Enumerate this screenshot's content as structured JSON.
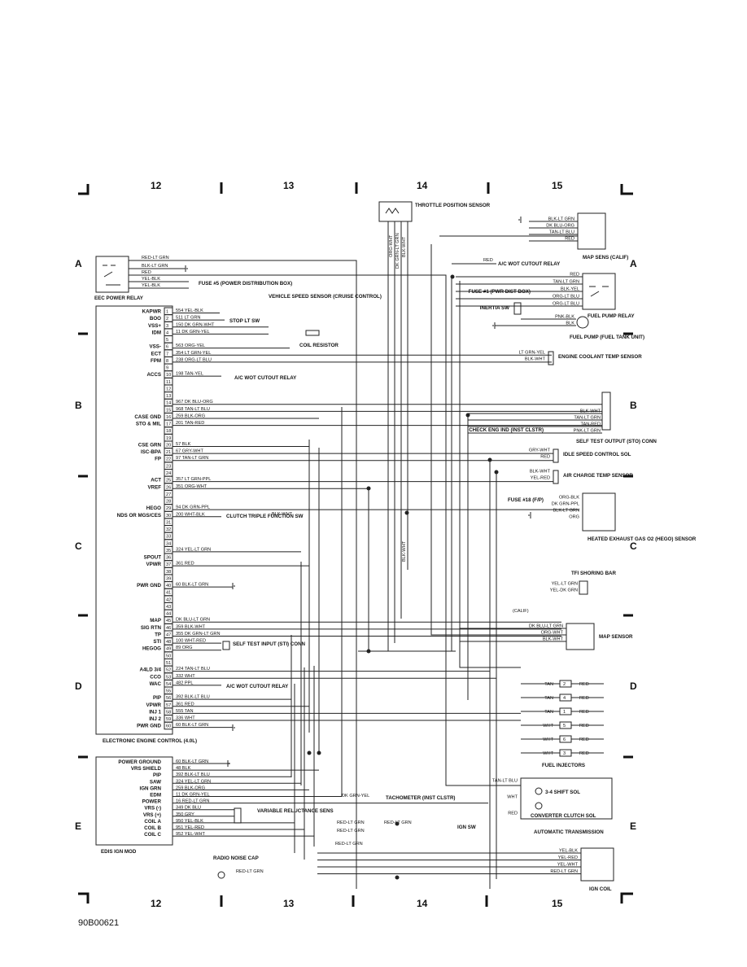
{
  "grid": {
    "columns": [
      "12",
      "13",
      "14",
      "15"
    ],
    "rows": [
      "A",
      "B",
      "C",
      "D",
      "E"
    ]
  },
  "drawing_code": "90B00621",
  "modules": {
    "eec_relay": "EEC POWER RELAY",
    "ecm": "ELECTRONIC ENGINE CONTROL (4.0L)",
    "edis": "EDIS IGN MOD"
  },
  "ecm_pins": [
    {
      "n": "1",
      "label": "KAPWR",
      "wire": "554 YEL-BLK"
    },
    {
      "n": "2",
      "label": "BOO",
      "wire": "511 LT GRN"
    },
    {
      "n": "3",
      "label": "VSS+",
      "wire": "150 DK GRN-WHT"
    },
    {
      "n": "4",
      "label": "IDM",
      "wire": "11 DK GRN-YEL"
    },
    {
      "n": "5",
      "label": "",
      "wire": ""
    },
    {
      "n": "6",
      "label": "VSS-",
      "wire": "563 ORG-YEL"
    },
    {
      "n": "7",
      "label": "ECT",
      "wire": "354 LT GRN-YEL"
    },
    {
      "n": "8",
      "label": "FPM",
      "wire": "238 ORG-LT BLU"
    },
    {
      "n": "9",
      "label": "",
      "wire": ""
    },
    {
      "n": "10",
      "label": "ACCS",
      "wire": "198 TAN-YEL"
    },
    {
      "n": "11",
      "label": "",
      "wire": ""
    },
    {
      "n": "12",
      "label": "",
      "wire": ""
    },
    {
      "n": "13",
      "label": "",
      "wire": ""
    },
    {
      "n": "14",
      "label": "",
      "wire": "967 DK BLU-ORG"
    },
    {
      "n": "15",
      "label": "",
      "wire": "968 TAN-LT BLU"
    },
    {
      "n": "16",
      "label": "CASE GND",
      "wire": "259 BLK-ORG"
    },
    {
      "n": "17",
      "label": "STO & MIL",
      "wire": "201 TAN-RED"
    },
    {
      "n": "18",
      "label": "",
      "wire": ""
    },
    {
      "n": "19",
      "label": "",
      "wire": ""
    },
    {
      "n": "20",
      "label": "CSE GRN",
      "wire": "57 BLK"
    },
    {
      "n": "21",
      "label": "ISC-BPA",
      "wire": "67 GRY-WHT"
    },
    {
      "n": "22",
      "label": "FP",
      "wire": "97 TAN-LT GRN"
    },
    {
      "n": "23",
      "label": "",
      "wire": ""
    },
    {
      "n": "24",
      "label": "",
      "wire": ""
    },
    {
      "n": "25",
      "label": "ACT",
      "wire": "357 LT GRN-PPL"
    },
    {
      "n": "26",
      "label": "VREF",
      "wire": "351 ORG-WHT"
    },
    {
      "n": "27",
      "label": "",
      "wire": ""
    },
    {
      "n": "28",
      "label": "",
      "wire": ""
    },
    {
      "n": "29",
      "label": "HEGO",
      "wire": "94 DK GRN-PPL"
    },
    {
      "n": "30",
      "label": "NDS OR MGS/CES",
      "wire": "200 WHT-BLK"
    },
    {
      "n": "31",
      "label": "",
      "wire": ""
    },
    {
      "n": "32",
      "label": "",
      "wire": ""
    },
    {
      "n": "33",
      "label": "",
      "wire": ""
    },
    {
      "n": "34",
      "label": "",
      "wire": ""
    },
    {
      "n": "35",
      "label": "",
      "wire": "324 YEL-LT GRN"
    },
    {
      "n": "36",
      "label": "SPOUT",
      "wire": ""
    },
    {
      "n": "37",
      "label": "VPWR",
      "wire": "361 RED"
    },
    {
      "n": "38",
      "label": "",
      "wire": ""
    },
    {
      "n": "39",
      "label": "",
      "wire": ""
    },
    {
      "n": "40",
      "label": "PWR GND",
      "wire": "60 BLK-LT GRN"
    },
    {
      "n": "41",
      "label": "",
      "wire": ""
    },
    {
      "n": "42",
      "label": "",
      "wire": ""
    },
    {
      "n": "43",
      "label": "",
      "wire": ""
    },
    {
      "n": "44",
      "label": "",
      "wire": ""
    },
    {
      "n": "45",
      "label": "MAP",
      "wire": "DK BLU-LT GRN"
    },
    {
      "n": "46",
      "label": "SIG RTN",
      "wire": "359 BLK-WHT"
    },
    {
      "n": "47",
      "label": "TP",
      "wire": "355 DK GRN-LT GRN"
    },
    {
      "n": "48",
      "label": "STI",
      "wire": "100 WHT-RED"
    },
    {
      "n": "49",
      "label": "HEGOG",
      "wire": "89 ORG"
    },
    {
      "n": "50",
      "label": "",
      "wire": ""
    },
    {
      "n": "51",
      "label": "",
      "wire": ""
    },
    {
      "n": "52",
      "label": "A4LD 3/4",
      "wire": "224 TAN-LT BLU"
    },
    {
      "n": "53",
      "label": "CCO",
      "wire": "332 WHT"
    },
    {
      "n": "54",
      "label": "WAC",
      "wire": "482 PPL"
    },
    {
      "n": "55",
      "label": "",
      "wire": ""
    },
    {
      "n": "56",
      "label": "PIP",
      "wire": "392 BLK-LT BLU"
    },
    {
      "n": "57",
      "label": "VPWR",
      "wire": "361 RED"
    },
    {
      "n": "58",
      "label": "INJ 1",
      "wire": "555 TAN"
    },
    {
      "n": "59",
      "label": "INJ 2",
      "wire": "336 WHT"
    },
    {
      "n": "60",
      "label": "PWR GND",
      "wire": "60 BLK-LT GRN"
    }
  ],
  "edis_pins": [
    {
      "label": "POWER GROUND",
      "wire": "60 BLK-LT GRN"
    },
    {
      "label": "VRS SHIELD",
      "wire": "48 BLK"
    },
    {
      "label": "PIP",
      "wire": "392 BLK-LT BLU"
    },
    {
      "label": "SAW",
      "wire": "324 YEL-LT GRN"
    },
    {
      "label": "IGN GRN",
      "wire": "259 BLK-ORG"
    },
    {
      "label": "EDM",
      "wire": "11 DK GRN-YEL"
    },
    {
      "label": "POWER",
      "wire": "16 RED-LT GRN"
    },
    {
      "label": "VRS (-)",
      "wire": "349 DK BLU"
    },
    {
      "label": "VRS (+)",
      "wire": "350 GRY"
    },
    {
      "label": "COIL A",
      "wire": "950 YEL-BLK"
    },
    {
      "label": "COIL B",
      "wire": "951 YEL-RED"
    },
    {
      "label": "COIL C",
      "wire": "952 YEL-WHT"
    }
  ],
  "relay_wires": [
    "RED-LT GRN",
    "BLK-LT GRN",
    "RED",
    "YEL-BLK",
    "YEL-BLK"
  ],
  "inline_labels": {
    "fuse5": "FUSE #5 (POWER DISTRIBUTION BOX)",
    "vss": "VEHICLE SPEED SENSOR (CRUISE CONTROL)",
    "stop_sw": "STOP LT SW",
    "coil_res": "COIL RESISTOR",
    "ac_wot_1": "A/C WOT CUTOUT RELAY",
    "ac_wot_2": "A/C WOT CUTOUT RELAY",
    "ac_wot_3": "A/C WOT CUTOUT RELAY",
    "clutch": "CLUTCH TRIPLE FUNCTION SW",
    "clutch_wire": "BLK-WHT",
    "self_test_input": "SELF TEST INPUT (STI) CONN",
    "tach": "TACHOMETER (INST CLSTR)",
    "tach_wire": "DK GRN-YEL",
    "vrs": "VARIABLE RELUCTANCE SENS",
    "ign_sw": "IGN SW",
    "radio": "RADIO NOISE CAP",
    "radio_wire": "RED-LT GRN",
    "red_lt_grn_1": "RED-LT GRN",
    "red_lt_grn_2": "RED-LT GRN",
    "red_lt_grn_3": "RED-LT GRN",
    "red_lt_grn_4": "RED-LT GRN",
    "vert_org_wht": "ORG-WHT",
    "vert_dkgrn": "DK GRN-LT GRN",
    "vert_blkwht": "BLK-WHT",
    "vert_blkwht2": "BLK-WHT",
    "red_ac": "RED",
    "calif": "(CALIF)"
  },
  "components": {
    "tps": "THROTTLE POSITION SENSOR",
    "map_calif": {
      "title": "MAP SENS (CALIF)",
      "wires": [
        "BLK-LT GRN",
        "DK BLU-ORG",
        "TAN-LT BLU",
        "RED"
      ]
    },
    "fuel_pump_relay": {
      "title": "FUEL PUMP RELAY",
      "wires": [
        "RED",
        "TAN-LT GRN",
        "BLK-YEL",
        "ORG-LT BLU",
        "ORG-LT BLU"
      ],
      "fuse": "FUSE #1 (PWR DIST BOX)"
    },
    "inertia": {
      "title": "INERTIA SW",
      "wires": [
        "PNK-BLK",
        "BLK"
      ]
    },
    "fuel_pump": "FUEL PUMP (FUEL TANK UNIT)",
    "ect": {
      "title": "ENGINE COOLANT TEMP SENSOR",
      "wires": [
        "LT GRN-YEL",
        "BLK-WHT"
      ]
    },
    "sto": {
      "title": "SELF TEST OUTPUT (STO) CONN",
      "wires": [
        "BLK-WHT",
        "TAN-LT GRN",
        "TAN-RED",
        "PNK-LT GRN"
      ],
      "check": "CHECK ENG IND (INST CLSTR)"
    },
    "idle": {
      "title": "IDLE SPEED CONTROL SOL",
      "wires": [
        "GRY-WHT",
        "RED"
      ]
    },
    "act": {
      "title": "AIR CHARGE TEMP SENSOR",
      "wires": [
        "BLK-WHT",
        "YEL-RED"
      ]
    },
    "hego": {
      "title": "HEATED EXHAUST GAS O2 (HEGO) SENSOR",
      "fuse": "FUSE #18 (F/P)",
      "wires": [
        "ORG-BLK",
        "DK GRN-PPL",
        "BLK-LT GRN",
        "ORG"
      ]
    },
    "tfi": {
      "title": "TFI SHORING BAR",
      "wires": [
        "YEL-LT GRN",
        "YEL-DK GRN"
      ]
    },
    "map": {
      "title": "MAP SENSOR",
      "wires": [
        "DK BLU-LT GRN",
        "ORG-WHT",
        "BLK-WHT"
      ]
    },
    "injectors": {
      "title": "FUEL INJECTORS",
      "rows": [
        {
          "l": "TAN",
          "n": "2",
          "r": "RED"
        },
        {
          "l": "TAN",
          "n": "4",
          "r": "RED"
        },
        {
          "l": "TAN",
          "n": "1",
          "r": "RED"
        },
        {
          "l": "WHT",
          "n": "5",
          "r": "RED"
        },
        {
          "l": "WHT",
          "n": "6",
          "r": "RED"
        },
        {
          "l": "WHT",
          "n": "3",
          "r": "RED"
        }
      ]
    },
    "trans": {
      "title": "AUTOMATIC TRANSMISSION",
      "shift": "3-4 SHIFT SOL",
      "conv": "CONVERTER CLUTCH SOL",
      "wires": [
        "TAN-LT BLU",
        "WHT",
        "RED"
      ]
    },
    "ign_coil": {
      "title": "IGN COIL",
      "wires": [
        "YEL-BLK",
        "YEL-RED",
        "YEL-WHT",
        "RED-LT GRN"
      ]
    }
  },
  "ign_sw_wires": [
    "RED-LT GRN",
    "RED-LT GRN",
    "RED-LT GRN"
  ]
}
